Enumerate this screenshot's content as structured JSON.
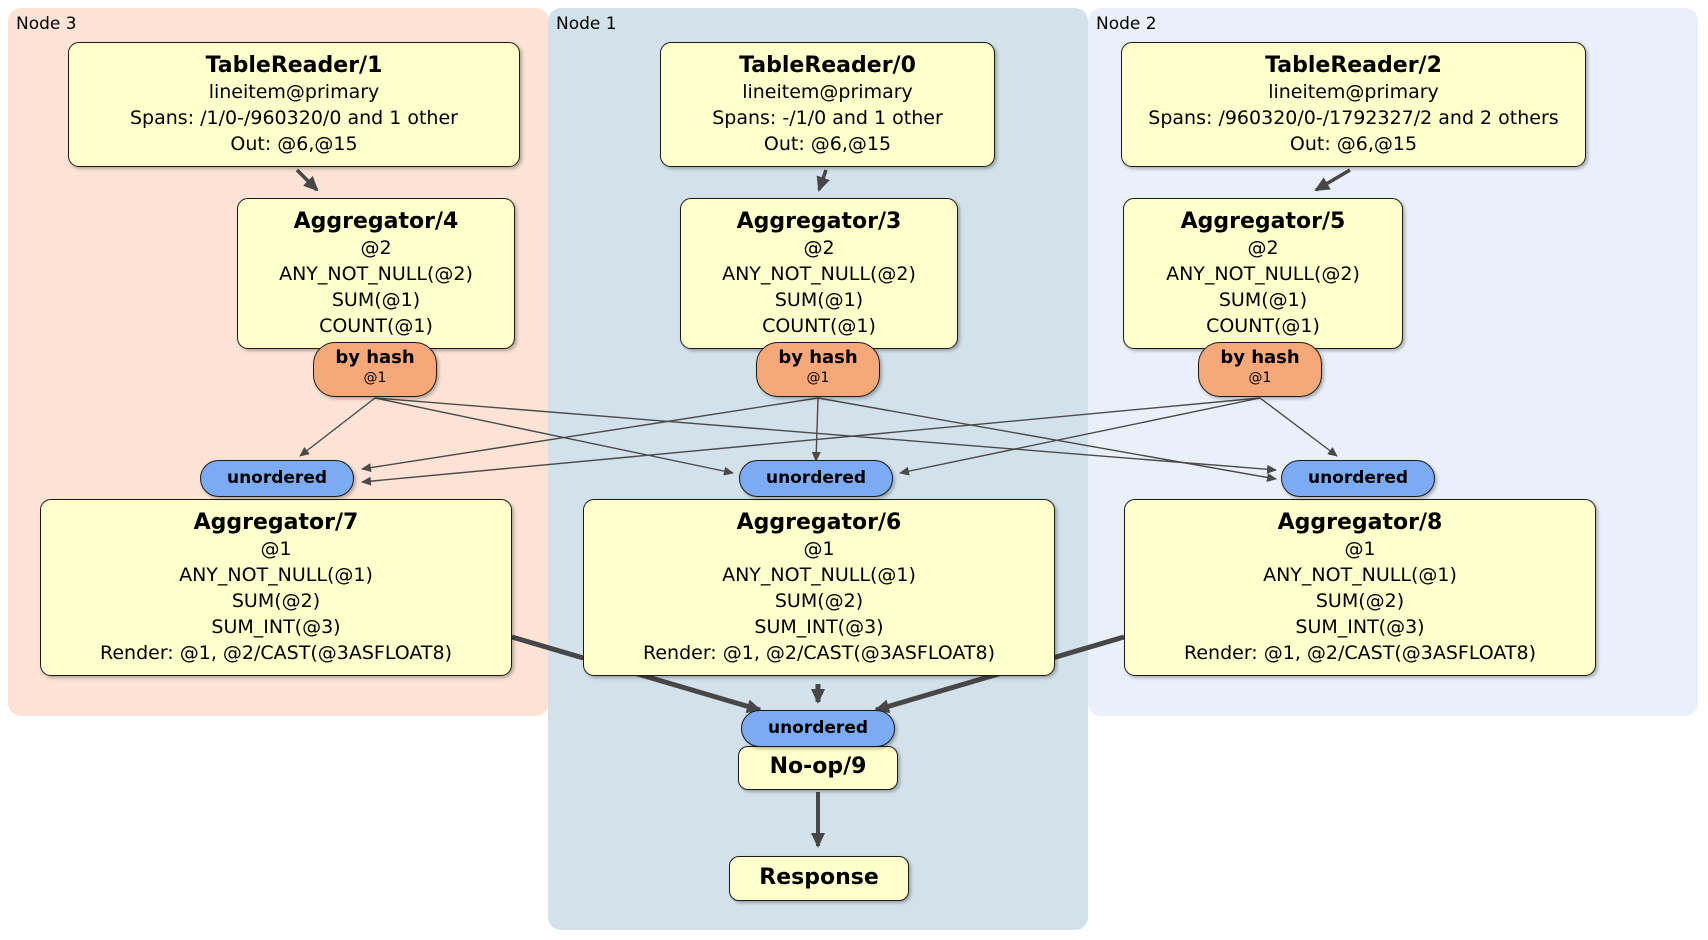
{
  "colors": {
    "node3_bg": "#fce3d5",
    "node1_bg": "#d2e1ea",
    "node2_bg": "#eaf0fa",
    "box_fill": "#ffffcc",
    "router_fill": "#f6a878",
    "sync_fill": "#7aabf3",
    "edge": "#474747"
  },
  "panels": [
    {
      "label": "Node 3",
      "table_reader": {
        "title": "TableReader/1",
        "lines": [
          "lineitem@primary",
          "Spans: /1/0-/960320/0 and 1 other",
          "Out: @6,@15"
        ]
      },
      "aggregator_top": {
        "title": "Aggregator/4",
        "lines": [
          "@2",
          "ANY_NOT_NULL(@2)",
          "SUM(@1)",
          "COUNT(@1)"
        ]
      },
      "router": {
        "label": "by hash",
        "sub": "@1"
      },
      "sync": {
        "label": "unordered"
      },
      "aggregator_bottom": {
        "title": "Aggregator/7",
        "lines": [
          "@1",
          "ANY_NOT_NULL(@1)",
          "SUM(@2)",
          "SUM_INT(@3)",
          "Render: @1, @2/CAST(@3ASFLOAT8)"
        ]
      }
    },
    {
      "label": "Node 1",
      "table_reader": {
        "title": "TableReader/0",
        "lines": [
          "lineitem@primary",
          "Spans: -/1/0 and 1 other",
          "Out: @6,@15"
        ]
      },
      "aggregator_top": {
        "title": "Aggregator/3",
        "lines": [
          "@2",
          "ANY_NOT_NULL(@2)",
          "SUM(@1)",
          "COUNT(@1)"
        ]
      },
      "router": {
        "label": "by hash",
        "sub": "@1"
      },
      "sync": {
        "label": "unordered"
      },
      "aggregator_bottom": {
        "title": "Aggregator/6",
        "lines": [
          "@1",
          "ANY_NOT_NULL(@1)",
          "SUM(@2)",
          "SUM_INT(@3)",
          "Render: @1, @2/CAST(@3ASFLOAT8)"
        ]
      }
    },
    {
      "label": "Node 2",
      "table_reader": {
        "title": "TableReader/2",
        "lines": [
          "lineitem@primary",
          "Spans: /960320/0-/1792327/2 and 2 others",
          "Out: @6,@15"
        ]
      },
      "aggregator_top": {
        "title": "Aggregator/5",
        "lines": [
          "@2",
          "ANY_NOT_NULL(@2)",
          "SUM(@1)",
          "COUNT(@1)"
        ]
      },
      "router": {
        "label": "by hash",
        "sub": "@1"
      },
      "sync": {
        "label": "unordered"
      },
      "aggregator_bottom": {
        "title": "Aggregator/8",
        "lines": [
          "@1",
          "ANY_NOT_NULL(@1)",
          "SUM(@2)",
          "SUM_INT(@3)",
          "Render: @1, @2/CAST(@3ASFLOAT8)"
        ]
      }
    }
  ],
  "final": {
    "sync": {
      "label": "unordered"
    },
    "noop": {
      "title": "No-op/9"
    },
    "response": {
      "title": "Response"
    }
  },
  "connections": [
    "TableReader/1 -> Aggregator/4",
    "TableReader/0 -> Aggregator/3",
    "TableReader/2 -> Aggregator/5",
    "Aggregator/4 by hash -> unordered (Aggregator/7, Aggregator/6, Aggregator/8)",
    "Aggregator/3 by hash -> unordered (Aggregator/7, Aggregator/6, Aggregator/8)",
    "Aggregator/5 by hash -> unordered (Aggregator/7, Aggregator/6, Aggregator/8)",
    "Aggregator/7 -> unordered No-op/9",
    "Aggregator/6 -> unordered No-op/9",
    "Aggregator/8 -> unordered No-op/9",
    "No-op/9 -> Response"
  ]
}
